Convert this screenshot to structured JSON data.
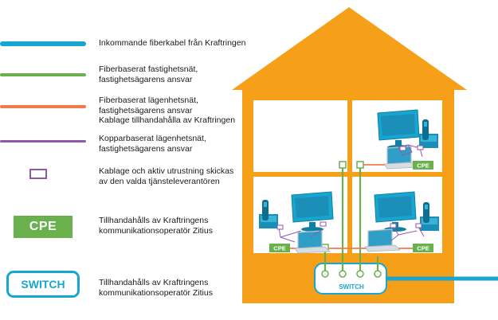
{
  "colors": {
    "fiber_incoming": "#17a6cf",
    "fiber_building": "#6ab04c",
    "fiber_apartment": "#ef7b4d",
    "copper": "#8e5aa8",
    "house_orange": "#f6a01a",
    "cpe_green": "#6ab04c"
  },
  "legend": {
    "incoming": {
      "line1": "Inkommande fiberkabel från Kraftringen"
    },
    "building_net": {
      "line1": "Fiberbaserat fastighetsnät,",
      "line2": "fastighetsägarens ansvar"
    },
    "apartment_net": {
      "line1": "Fiberbaserat lägenhetsnät,",
      "line2": "fastighetsägarens ansvar",
      "line3": "Kablage tillhandahålla av Kraftringen"
    },
    "copper_net": {
      "line1": "Kopparbaserat lägenhetsnät,",
      "line2": "fastighetsägarens ansvar"
    },
    "equipment": {
      "line1": "Kablage och aktiv utrustning skickas",
      "line2": "av den valda tjänsteleverantören"
    },
    "cpe": {
      "label": "CPE",
      "line1": "Tillhandahålls av Kraftringens",
      "line2": "kommunikationsoperatör Zitius"
    },
    "switch": {
      "label": "SWITCH",
      "line1": "Tillhandahålls av Kraftringens",
      "line2": "kommunikationsoperatör Zitius"
    }
  },
  "house": {
    "apartments": [
      {
        "cpe_label": "CPE",
        "icons": [
          "monitor-icon",
          "phone-icon",
          "laptop-icon"
        ]
      },
      {
        "cpe_label": "CPE",
        "icons": [
          "monitor-icon",
          "phone-icon",
          "laptop-icon"
        ]
      },
      {
        "cpe_label": "CPE",
        "icons": [
          "monitor-icon",
          "phone-icon",
          "laptop-icon"
        ]
      }
    ],
    "switch_label": "SWITCH"
  }
}
